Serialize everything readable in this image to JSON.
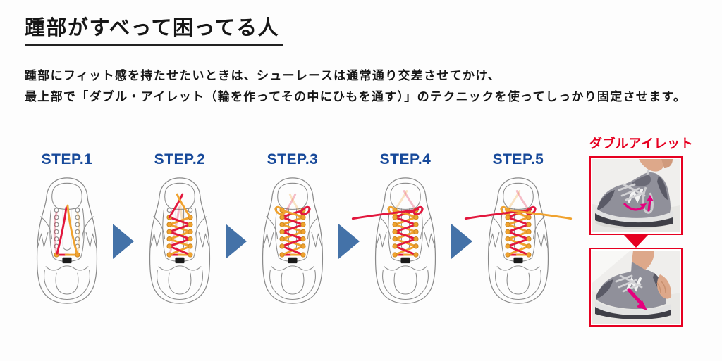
{
  "title": {
    "text": "踵部がすべって困ってる人"
  },
  "intro": {
    "line1": "踵部にフィット感を持たせたいときは、シューレースは通常通り交差させてかけ、",
    "line2": "最上部で「ダブル・アイレット（輪を作ってその中にひもを通す）」のテクニックを使ってしっかり固定させます。"
  },
  "steps": [
    {
      "label": "STEP.1"
    },
    {
      "label": "STEP.2"
    },
    {
      "label": "STEP.3"
    },
    {
      "label": "STEP.4"
    },
    {
      "label": "STEP.5"
    }
  ],
  "technique": {
    "label": "ダブルアイレット"
  },
  "icons": {
    "between_steps": "right-pointing blue triangle",
    "between_photos": "down-pointing red triangle",
    "photo1_arrows": "pink curved arrow into lace loop, pink up arrow",
    "photo2_arrow": "pink arrow pointing down-right"
  },
  "colors": {
    "step_label_blue": "#17499a",
    "arrow_blue": "#4472a8",
    "accent_red": "#e60021",
    "lace_red": "#e2173d",
    "lace_orange": "#f0a22e",
    "pink_arrow": "#e6007e",
    "outline_gray": "#8a8a8a",
    "text_black": "#161616",
    "page_bg": "#fdfdfd"
  }
}
